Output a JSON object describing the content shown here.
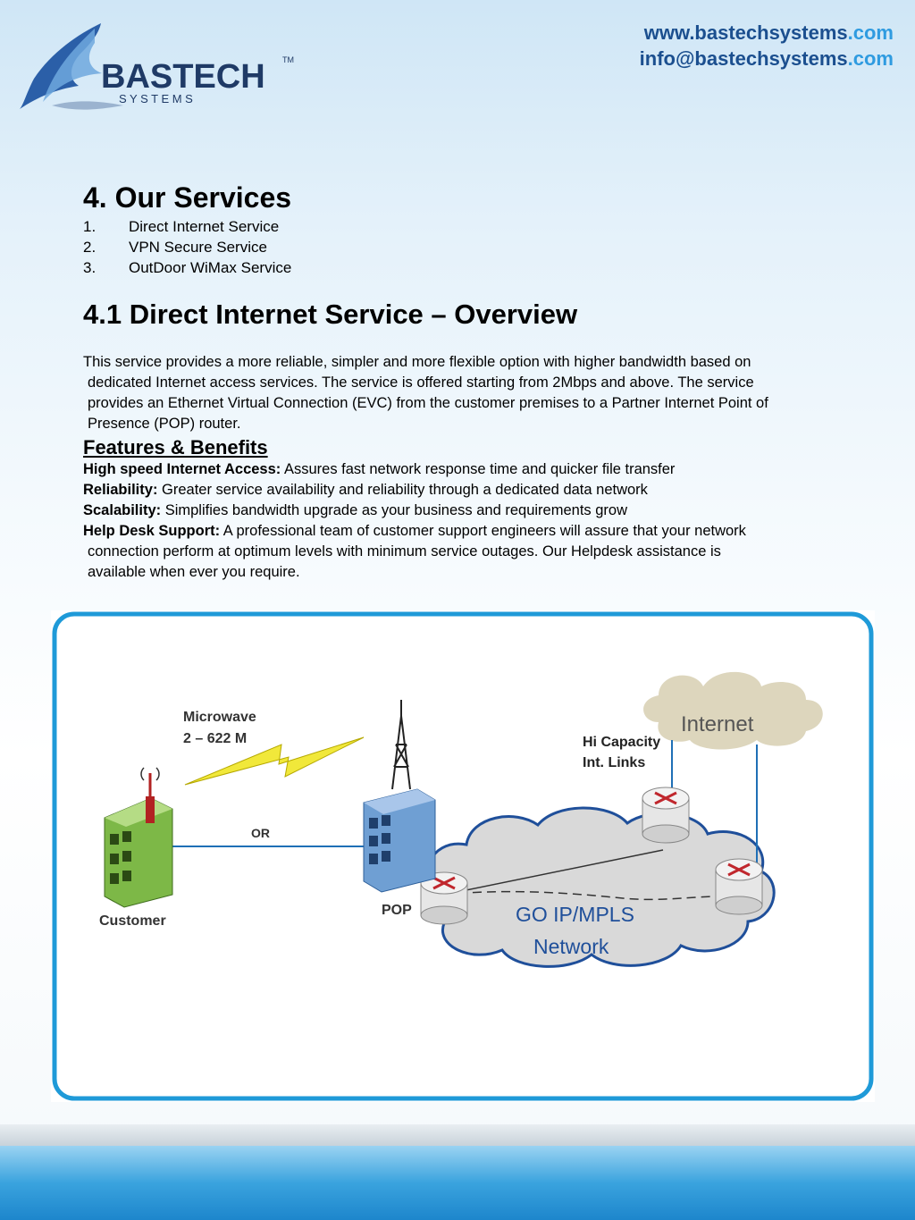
{
  "header": {
    "logo": {
      "name": "BASTECH",
      "tm": "TM",
      "tagline": "S Y S T E M S"
    },
    "website_prefix": "www.bastechsystems",
    "website_suffix": ".com",
    "email_prefix": "info@bastechsystems",
    "email_suffix": ".com"
  },
  "services": {
    "heading": "4. Our Services",
    "items": [
      {
        "num": "1.",
        "label": "Direct Internet Service"
      },
      {
        "num": "2.",
        "label": "VPN Secure Service"
      },
      {
        "num": "3.",
        "label": "OutDoor WiMax Service"
      }
    ]
  },
  "overview": {
    "heading": "4.1 Direct Internet Service – Overview",
    "paragraph_lines": [
      "This service provides a more reliable, simpler and more flexible option with higher bandwidth based on",
      "dedicated Internet access services. The service is offered starting from 2Mbps and above. The service",
      "provides an Ethernet Virtual Connection (EVC) from the customer premises to a Partner Internet Point of",
      "Presence (POP) router."
    ]
  },
  "features": {
    "heading": "Features & Benefits",
    "items": [
      {
        "title": "High speed Internet Access:",
        "lines": [
          "Assures fast network response time and quicker file transfer"
        ]
      },
      {
        "title": "Reliability:",
        "lines": [
          "Greater service availability and reliability through a dedicated data network"
        ]
      },
      {
        "title": "Scalability:",
        "lines": [
          "Simplifies bandwidth upgrade as your business and requirements grow"
        ]
      },
      {
        "title": "Help Desk Support:",
        "lines": [
          "A professional team of customer support engineers will assure that your network",
          "connection perform at optimum levels with minimum service outages. Our Helpdesk assistance is",
          "available when ever you require."
        ]
      }
    ]
  },
  "diagram": {
    "microwave_line1": "Microwave",
    "microwave_line2": "2 – 622 M",
    "or_label": "OR",
    "customer_label": "Customer",
    "pop_label": "POP",
    "internet_label": "Internet",
    "hicap_line1": "Hi Capacity",
    "hicap_line2": "Int. Links",
    "network_line1": "GO IP/MPLS",
    "network_line2": "Network",
    "colors": {
      "frame": "#1f9ad8",
      "cloud": "#d9d9d9",
      "internet_cloud": "#ddd6bd",
      "building_customer": "#7db847",
      "building_pop": "#6f9fd3"
    }
  }
}
